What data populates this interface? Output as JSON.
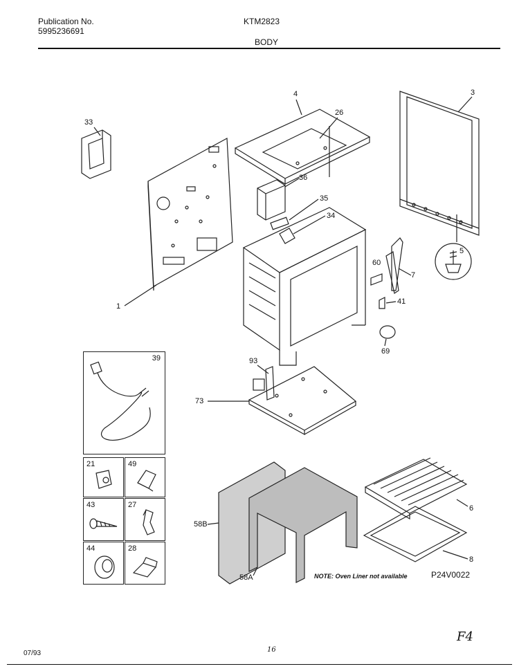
{
  "header": {
    "publication_label": "Publication No.",
    "publication_number": "5995236691",
    "model": "KTM2823",
    "section": "BODY"
  },
  "callouts": {
    "p1": "1",
    "p3": "3",
    "p4": "4",
    "p5": "5",
    "p6": "6",
    "p7": "7",
    "p8": "8",
    "p26": "26",
    "p33": "33",
    "p34": "34",
    "p35": "35",
    "p36": "36",
    "p41": "41",
    "p58a": "58A",
    "p58b": "58B",
    "p60": "60",
    "p69": "69",
    "p73": "73",
    "p93": "93"
  },
  "insets": {
    "i39": "39",
    "i21": "21",
    "i49": "49",
    "i43": "43",
    "i27": "27",
    "i44": "44",
    "i28": "28"
  },
  "footer": {
    "note": "NOTE: Oven Liner not available",
    "drawing_code": "P24V0022",
    "date": "07/93",
    "page_mark": "16",
    "handwritten": "F4"
  }
}
